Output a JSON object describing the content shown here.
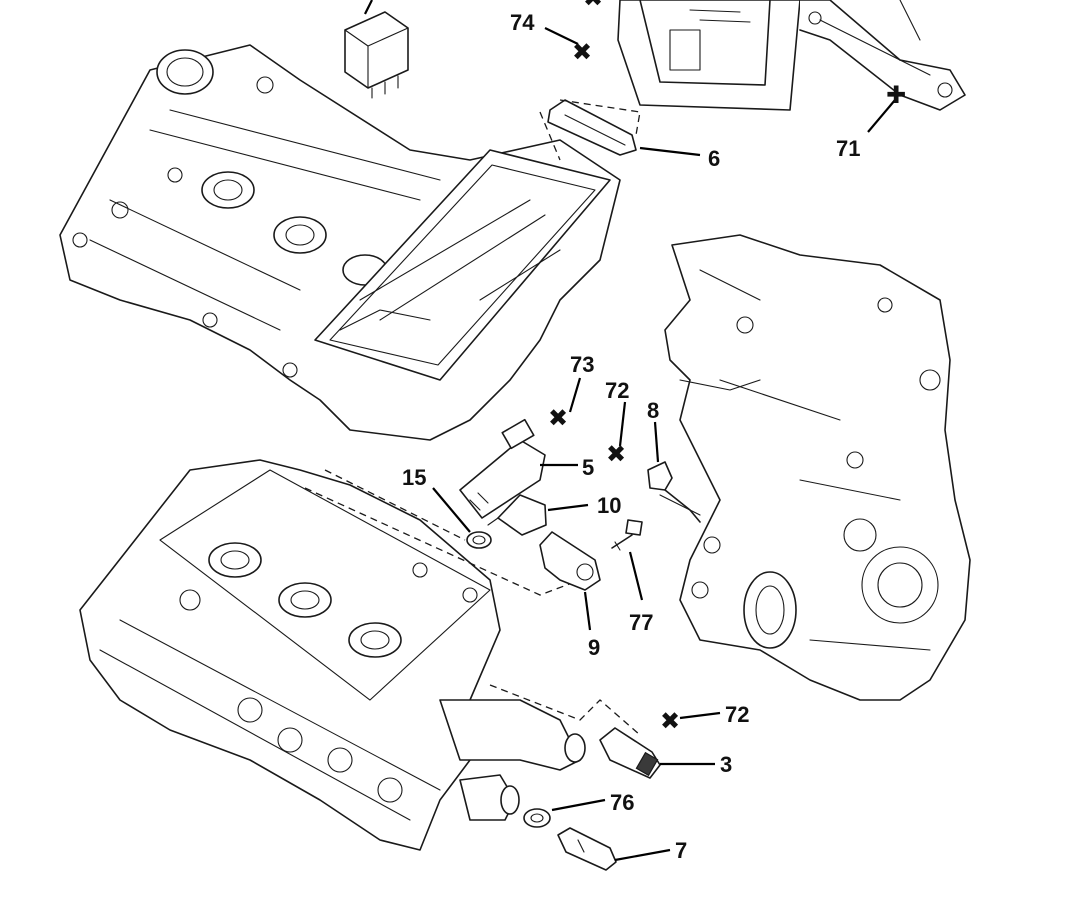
{
  "callouts": [
    {
      "id": "c74",
      "label": "74"
    },
    {
      "id": "c6",
      "label": "6"
    },
    {
      "id": "c71",
      "label": "71"
    },
    {
      "id": "c73",
      "label": "73"
    },
    {
      "id": "c72a",
      "label": "72"
    },
    {
      "id": "c8",
      "label": "8"
    },
    {
      "id": "c15",
      "label": "15"
    },
    {
      "id": "c5",
      "label": "5"
    },
    {
      "id": "c10",
      "label": "10"
    },
    {
      "id": "c77",
      "label": "77"
    },
    {
      "id": "c9",
      "label": "9"
    },
    {
      "id": "c72b",
      "label": "72"
    },
    {
      "id": "c3",
      "label": "3"
    },
    {
      "id": "c76",
      "label": "76"
    },
    {
      "id": "c7",
      "label": "7"
    }
  ],
  "symbols": {
    "torque_mark": "✖",
    "plus_mark": "✚"
  }
}
